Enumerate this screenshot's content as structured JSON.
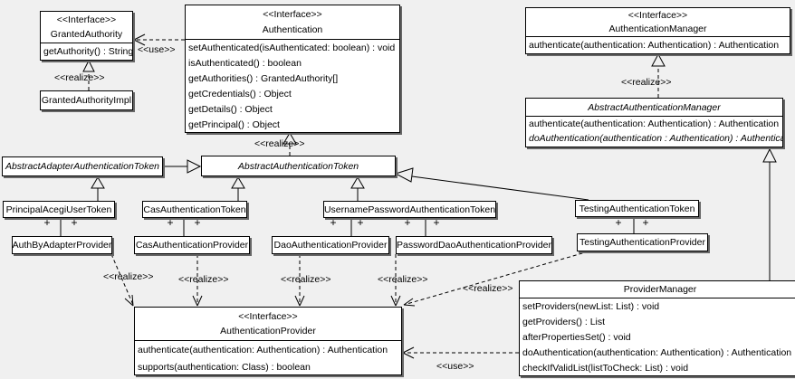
{
  "labels": {
    "use": "<<use>>",
    "realize": "<<realize>>",
    "plus": "+"
  },
  "colors": {
    "background": "#f0f0f0",
    "box_fill": "#ffffff",
    "line": "#000000",
    "shadow": "#666666"
  },
  "classes": {
    "granted_authority": {
      "stereotype": "<<Interface>>",
      "name": "GrantedAuthority",
      "methods": [
        "getAuthority() : String"
      ]
    },
    "granted_authority_impl": {
      "name": "GrantedAuthorityImpl"
    },
    "authentication": {
      "stereotype": "<<Interface>>",
      "name": "Authentication",
      "methods": [
        "setAuthenticated(isAuthenticated: boolean) : void",
        "isAuthenticated() : boolean",
        "getAuthorities() : GrantedAuthority[]",
        "getCredentials() : Object",
        "getDetails() : Object",
        "getPrincipal() : Object"
      ]
    },
    "authentication_manager": {
      "stereotype": "<<Interface>>",
      "name": "AuthenticationManager",
      "methods": [
        "authenticate(authentication: Authentication) : Authentication"
      ]
    },
    "abstract_authentication_manager": {
      "name": "AbstractAuthenticationManager",
      "methods": [
        "authenticate(authentication: Authentication) : Authentication",
        "doAuthentication(authentication : Authentication) : Authentication"
      ]
    },
    "abstract_adapter_authentication_token": {
      "name": "AbstractAdapterAuthenticationToken"
    },
    "abstract_authentication_token": {
      "name": "AbstractAuthenticationToken"
    },
    "principal_acegi_user_token": {
      "name": "PrincipalAcegiUserToken"
    },
    "cas_authentication_token": {
      "name": "CasAuthenticationToken"
    },
    "username_password_authentication_token": {
      "name": "UsernamePasswordAuthenticationToken"
    },
    "testing_authentication_token": {
      "name": "TestingAuthenticationToken"
    },
    "auth_by_adapter_provider": {
      "name": "AuthByAdapterProvider"
    },
    "cas_authentication_provider": {
      "name": "CasAuthenticationProvider"
    },
    "dao_authentication_provider": {
      "name": "DaoAuthenticationProvider"
    },
    "password_dao_authentication_provider": {
      "name": "PasswordDaoAuthenticationProvider"
    },
    "testing_authentication_provider": {
      "name": "TestingAuthenticationProvider"
    },
    "authentication_provider": {
      "stereotype": "<<Interface>>",
      "name": "AuthenticationProvider",
      "methods": [
        "authenticate(authentication: Authentication) : Authentication",
        "supports(authentication: Class) : boolean"
      ]
    },
    "provider_manager": {
      "name": "ProviderManager",
      "methods": [
        "setProviders(newList: List) : void",
        "getProviders() : List",
        "afterPropertiesSet() : void",
        "doAuthentication(authentication: Authentication) : Authentication",
        "checkIfValidList(listToCheck: List) : void"
      ]
    }
  }
}
